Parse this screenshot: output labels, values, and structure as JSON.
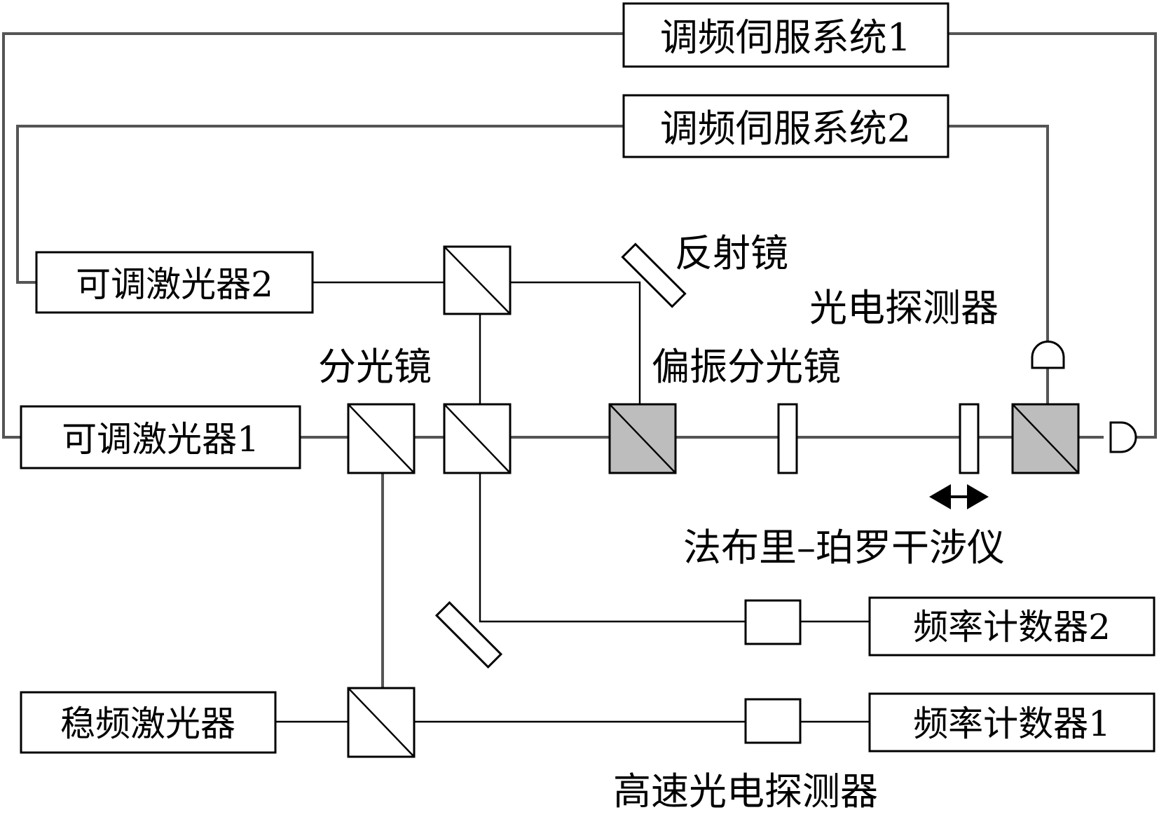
{
  "servo1": "调频伺服系统1",
  "servo2": "调频伺服系统2",
  "laser2": "可调激光器2",
  "laser1": "可调激光器1",
  "stable_laser": "稳频激光器",
  "counter2": "频率计数器2",
  "counter1": "频率计数器1",
  "label_mirror": "反射镜",
  "label_photodetector": "光电探测器",
  "label_splitter": "分光镜",
  "label_pbs": "偏振分光镜",
  "label_fp": "法布里–珀罗干涉仪",
  "label_hs_detector": "高速光电探测器"
}
